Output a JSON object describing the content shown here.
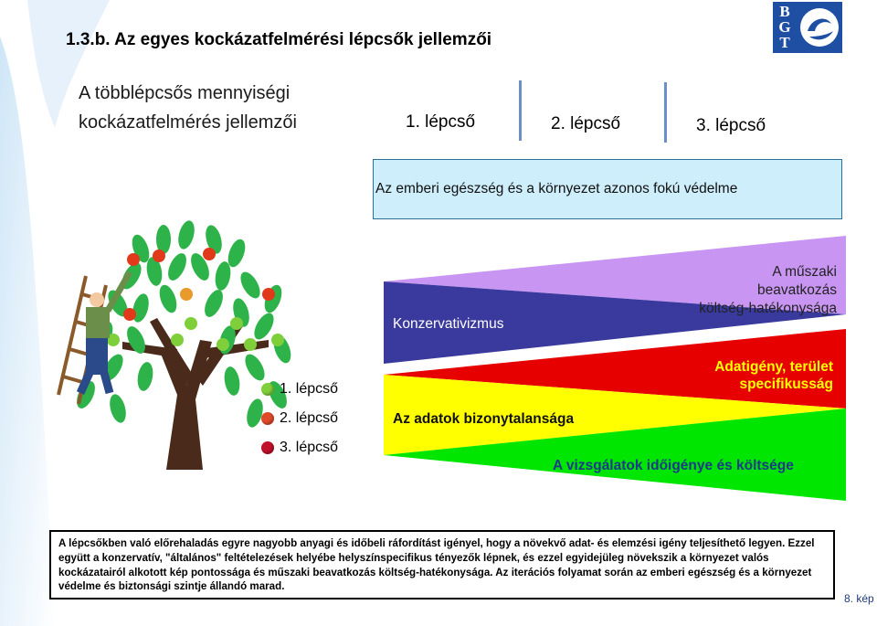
{
  "title": "1.3.b. Az egyes kockázatfelmérési lépcsők jellemzői",
  "logo": {
    "letters": [
      "B",
      "G",
      "T"
    ]
  },
  "subtitle": {
    "line1": "A többlépcsős mennyiségi",
    "line2": "kockázatfelmérés jellemzői"
  },
  "steps_header": [
    "1. lépcső",
    "2. lépcső",
    "3. lépcső"
  ],
  "protection_box": "Az emberi egészség és a környezet azonos fokú védelme",
  "legend": [
    {
      "label": "1. lépcső",
      "color": "#7fcf3a"
    },
    {
      "label": "2. lépcső",
      "color": "#e04a2a"
    },
    {
      "label": "3. lépcső",
      "color": "#c0102a"
    }
  ],
  "wedges": {
    "conservatism": {
      "label": "Konzervativizmus",
      "color": "#3a3a9e"
    },
    "tech_cost": {
      "label": "A műszaki beavatkozás költség-hatékonysága",
      "line1": "A műszaki",
      "line2": "beavatkozás",
      "line3": "költség-hatékonysága",
      "color": "#c896f2"
    },
    "uncertainty": {
      "label": "Az adatok bizonytalansága",
      "color": "#ffff00"
    },
    "data_need": {
      "label": "Adatigény, terület specifikusság",
      "line1": "Adatigény, terület",
      "line2": "specifikusság",
      "color": "#e60000"
    },
    "time_cost": {
      "label": "A vizsgálatok időigénye és költsége",
      "color": "#00e600"
    }
  },
  "note": "A lépcsőkben való előrehaladás egyre nagyobb anyagi és időbeli ráfordítást igényel, hogy a növekvő adat- és elemzési igény teljesíthető legyen. Ezzel együtt a konzervatív, \"általános\" feltételezések helyébe helyszínspecifikus tényezők lépnek, és ezzel egyidejüleg növekszik a környezet valós kockázatairól alkotott kép pontossága és műszaki beavatkozás költség-hatékonysága. Az iterációs folyamat során az emberi egészség és a környezet védelme és biztonsági szintje állandó marad.",
  "page_number": "8. kép"
}
